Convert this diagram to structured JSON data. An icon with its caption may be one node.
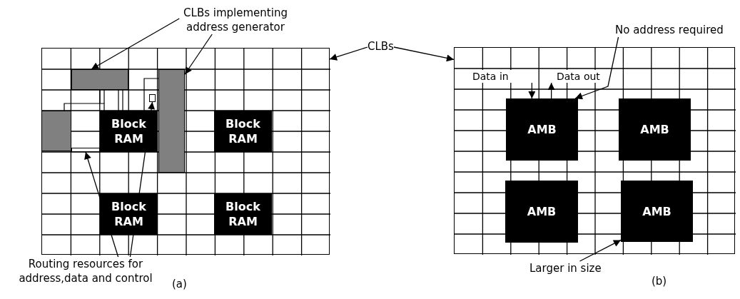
{
  "diagram": {
    "nodes": [
      {
        "text": [
          "CLBs implementing address generator"
        ]
      },
      {
        "text": [
          "CLBs"
        ]
      },
      {
        "text": [
          "No address required"
        ]
      },
      {
        "text": [],
        "shape": "box"
      },
      {
        "text": [],
        "shape": "box",
        "in": 3
      },
      {
        "text": [],
        "shape": "box",
        "in": 3
      },
      {
        "text": [],
        "shape": "box",
        "in": 3
      },
      {
        "text": [
          "Block RAM"
        ],
        "in": 3
      },
      {
        "text": [
          "Block RAM"
        ],
        "in": 3
      },
      {
        "text": [
          "Block RAM"
        ],
        "in": 3
      },
      {
        "text": [
          "Block RAM"
        ],
        "in": 3
      },
      {
        "text": [],
        "shape": "box"
      },
      {
        "text": [
          "Data in"
        ],
        "in": 11
      },
      {
        "text": [
          "Data out"
        ],
        "in": 11
      },
      {
        "text": [
          "AMB"
        ],
        "in": 11
      },
      {
        "text": [
          "AMB"
        ],
        "in": 11
      },
      {
        "text": [
          "AMB"
        ],
        "in": 11
      },
      {
        "text": [
          "AMB"
        ],
        "in": 11
      },
      {
        "text": [
          "Routing resources for address,data and control"
        ]
      },
      {
        "text": [
          "Larger in size"
        ]
      },
      {
        "text": [],
        "shape": "box",
        "in": 3
      },
      {
        "text": [],
        "shape": "box",
        "in": 3
      }
    ],
    "edges": [
      {
        "from": 0,
        "to": 4,
        "arrow": "to"
      },
      {
        "from": 0,
        "to": 5,
        "arrow": "to"
      },
      {
        "from": 1,
        "to": 3,
        "arrow": "to"
      },
      {
        "from": 1,
        "to": 11,
        "arrow": "to"
      },
      {
        "from": 2,
        "to": 14,
        "arrow": "to"
      },
      {
        "from": 12,
        "to": 14,
        "arrow": "to"
      },
      {
        "from": 14,
        "to": 13,
        "arrow": "to"
      },
      {
        "from": 18,
        "to": 20,
        "arrow": "to"
      },
      {
        "from": 18,
        "to": 21,
        "arrow": "to"
      },
      {
        "from": 19,
        "to": 17,
        "arrow": "to"
      }
    ],
    "labels": [
      "(a)",
      "(b)"
    ]
  }
}
